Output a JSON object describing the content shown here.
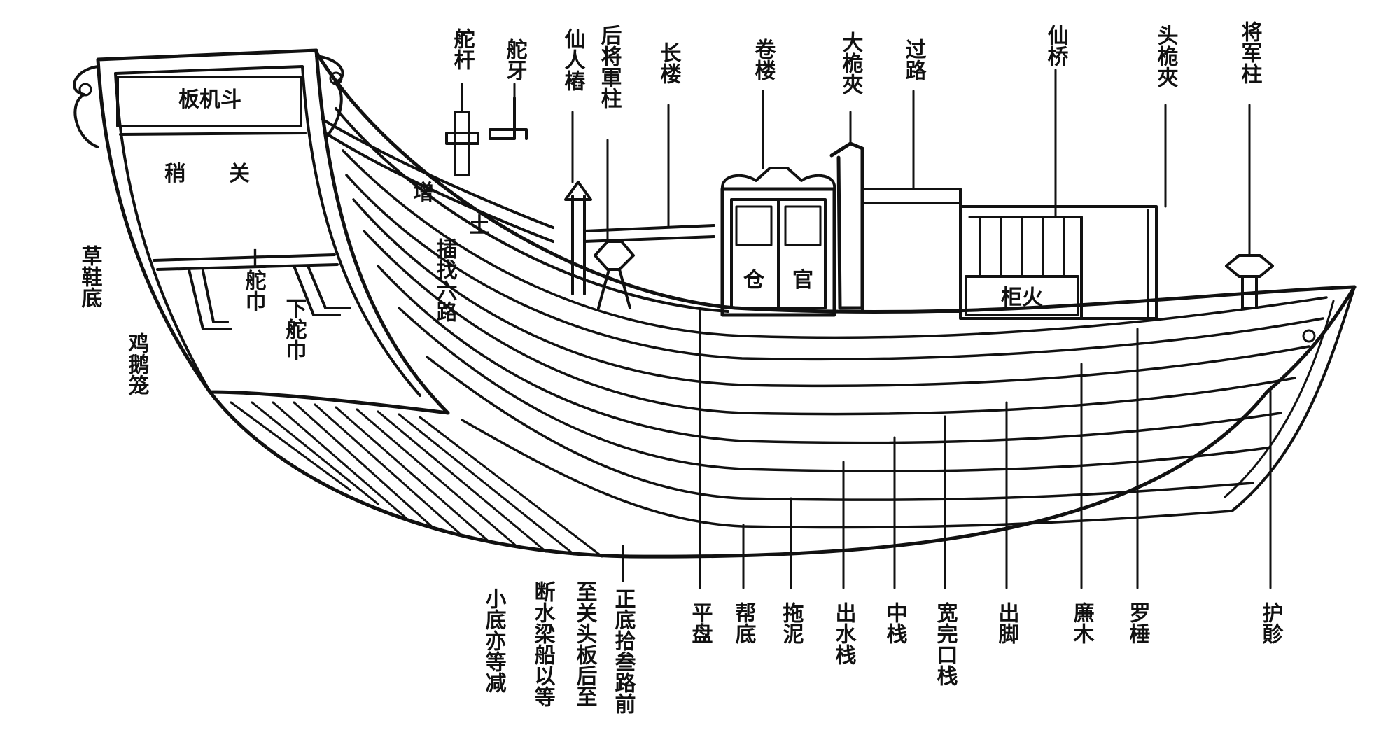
{
  "diagram": {
    "top_labels": [
      {
        "id": "tuo-gan",
        "text": "舵杆"
      },
      {
        "id": "tuo-ya",
        "text": "舵牙"
      },
      {
        "id": "xian-ren-chuang",
        "text": "仙人樁"
      },
      {
        "id": "hou-jiang-jun-zhu",
        "text": "后将軍柱"
      },
      {
        "id": "chang-lou",
        "text": "长楼"
      },
      {
        "id": "juan-lou",
        "text": "卷楼"
      },
      {
        "id": "da-wei-jia",
        "text": "大桅夾"
      },
      {
        "id": "guo-lu",
        "text": "过路"
      },
      {
        "id": "xian-qiao",
        "text": "仙桥"
      },
      {
        "id": "tou-wei-jia",
        "text": "头桅夾"
      },
      {
        "id": "jiang-jun-zhu",
        "text": "将军柱"
      }
    ],
    "bottom_labels": [
      {
        "id": "xiao-di",
        "text": "小底亦等减"
      },
      {
        "id": "duan-shui-liang",
        "text": "断水梁船以等"
      },
      {
        "id": "zhi-guan-tou-ban",
        "text": "至关头板后至"
      },
      {
        "id": "zheng-di",
        "text": "正底拾叁路前"
      },
      {
        "id": "ping-pan",
        "text": "平盘"
      },
      {
        "id": "bang-di",
        "text": "帮底"
      },
      {
        "id": "tuo-ni",
        "text": "拖泥"
      },
      {
        "id": "chu-shui-zhan",
        "text": "出水栈"
      },
      {
        "id": "zhong-zhan",
        "text": "中栈"
      },
      {
        "id": "kuan-wan-kou-zhan",
        "text": "宽完口栈"
      },
      {
        "id": "chu-jiao",
        "text": "出脚"
      },
      {
        "id": "lian-mu",
        "text": "㢘木"
      },
      {
        "id": "luo-wei",
        "text": "罗棰"
      },
      {
        "id": "hu-xie",
        "text": "护䪾"
      }
    ],
    "side_labels": [
      {
        "id": "cao-xie-di",
        "text": "草鞋底"
      },
      {
        "id": "ji-e-long",
        "text": "鸡鹅笼"
      }
    ],
    "inner_labels": {
      "ban-ji-dou": "板机斗",
      "shao-guan-1": "稍",
      "shao-guan-2": "关",
      "shang-tuo-jin": "上舵巾",
      "xia-tuo-jin": "下舵巾",
      "zeng-1": "增",
      "zeng-2": "土",
      "cha-zhao-liu-lu": "插找六路",
      "cang": "仓",
      "guan": "官",
      "huo-gui": "柜火"
    }
  }
}
